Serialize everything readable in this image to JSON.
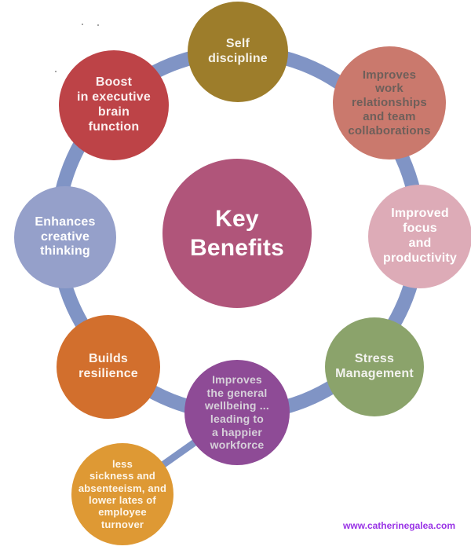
{
  "ring": {
    "color": "#8094c5"
  },
  "center_circle": {
    "label": "Key\nBenefits",
    "bg": "#b0557a",
    "text_color": "#ffffff"
  },
  "circles": [
    {
      "id": "self-discipline",
      "label": "Self\ndiscipline",
      "bg": "#9d7d2b",
      "text_color": "#f5f2e8"
    },
    {
      "id": "improves-work-relationships",
      "label": "Improves\nwork\nrelationships\nand team\ncollaborations",
      "bg": "#ca796d",
      "text_color": "#6e5f5a"
    },
    {
      "id": "improved-focus-productivity",
      "label": "Improved\nfocus\nand\nproductivity",
      "bg": "#ddabb7",
      "text_color": "#ffffff"
    },
    {
      "id": "stress-management",
      "label": "Stress\nManagement",
      "bg": "#8ba36b",
      "text_color": "#f2f2ee"
    },
    {
      "id": "improves-general-wellbeing",
      "label": "Improves\nthe general\nwellbeing ...\nleading to\na happier\nworkforce",
      "bg": "#8e4b96",
      "text_color": "#d6d0d9"
    },
    {
      "id": "less-sickness-absenteeism",
      "label": "less\nsickness and\nabsenteeism, and\nlower lates of\nemployee\nturnover",
      "bg": "#de9934",
      "text_color": "#fdf6ea"
    },
    {
      "id": "builds-resilience",
      "label": "Builds\nresilience",
      "bg": "#d26f2d",
      "text_color": "#fdf4ec"
    },
    {
      "id": "enhances-creative-thinking",
      "label": "Enhances\ncreative\nthinking",
      "bg": "#95a0ca",
      "text_color": "#ffffff"
    },
    {
      "id": "boost-executive-brain",
      "label": "Boost\nin executive\nbrain\nfunction",
      "bg": "#bd4347",
      "text_color": "#fbeeee"
    }
  ],
  "footer": {
    "website": "www.catherinegalea.com",
    "website_color": "#9933e6"
  }
}
